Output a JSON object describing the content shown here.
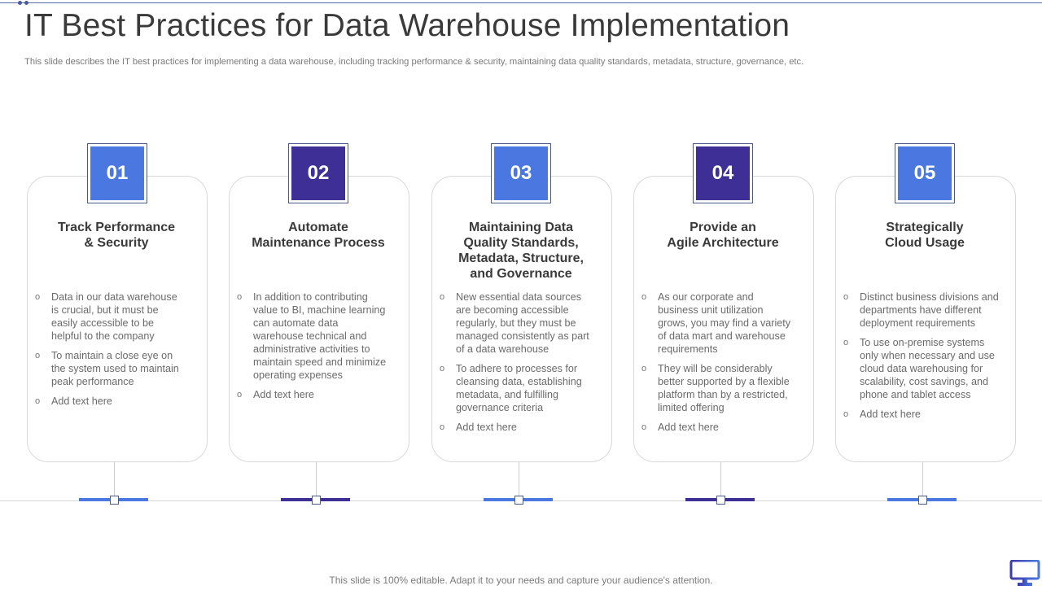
{
  "header": {
    "title": "IT Best Practices for Data Warehouse Implementation",
    "subtitle": "This slide describes the IT best practices for implementing a data warehouse, including tracking performance & security, maintaining data quality standards, metadata, structure, governance, etc."
  },
  "colors": {
    "blue": "#4a78e0",
    "indigo": "#3d2f96",
    "text_dark": "#3a3a3a",
    "text_body": "#6a6a6a"
  },
  "cards": [
    {
      "number": "01",
      "title_lines": [
        "Track Performance",
        "& Security"
      ],
      "bullets": [
        "Data in our data warehouse is crucial, but it must be easily accessible to be helpful to the company",
        "To maintain a close eye on the system used to maintain peak performance",
        "Add text here"
      ]
    },
    {
      "number": "02",
      "title_lines": [
        "Automate",
        "Maintenance Process"
      ],
      "bullets": [
        "In addition to contributing value to BI, machine learning can automate data warehouse technical and administrative activities to maintain speed and minimize operating expenses",
        "Add text here"
      ]
    },
    {
      "number": "03",
      "title_lines": [
        "Maintaining Data",
        "Quality Standards,",
        "Metadata, Structure,",
        "and Governance"
      ],
      "bullets": [
        "New essential data sources are becoming accessible regularly, but they must be managed consistently as part of a data warehouse",
        "To adhere to processes for cleansing data, establishing metadata, and fulfilling governance criteria",
        "Add text here"
      ]
    },
    {
      "number": "04",
      "title_lines": [
        "Provide an",
        "Agile Architecture"
      ],
      "bullets": [
        "As our corporate and business unit utilization grows, you may find a variety of data mart and warehouse requirements",
        "They will be considerably better supported by a flexible platform than by a restricted, limited offering",
        "Add text here"
      ]
    },
    {
      "number": "05",
      "title_lines": [
        "Strategically",
        "Cloud Usage"
      ],
      "bullets": [
        "Distinct business divisions and departments have different deployment requirements",
        "To use on-premise systems only when necessary and use cloud data warehousing for scalability, cost savings, and phone and tablet access",
        "Add text here"
      ]
    }
  ],
  "bullet_glyph": "o",
  "footer": {
    "text": "This slide is 100% editable. Adapt it to your needs and capture your audience's attention."
  },
  "icons": {
    "corner": "monitor-icon"
  }
}
